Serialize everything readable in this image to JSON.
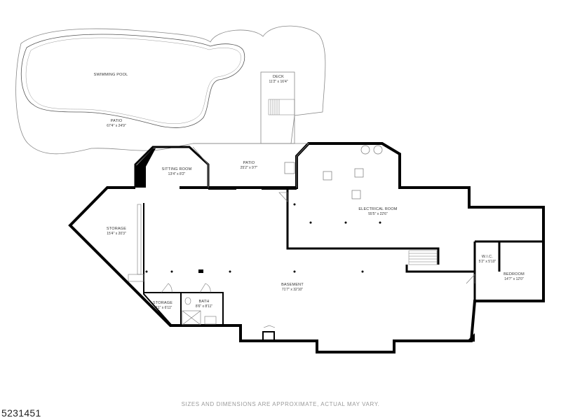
{
  "rooms": {
    "swimming_pool": {
      "name": "SWIMMING POOL"
    },
    "patio_large": {
      "name": "PATIO",
      "dims": "67'4\" x 24'9\""
    },
    "deck": {
      "name": "DECK",
      "dims": "11'2\" x 16'4\""
    },
    "sitting_room": {
      "name": "SITTING ROOM",
      "dims": "13'4\" x 8'2\""
    },
    "patio_small": {
      "name": "PATIO",
      "dims": "25'2\" x 9'7\""
    },
    "electrical_room": {
      "name": "ELECTRICAL ROOM",
      "dims": "55'5\" x 22'6\""
    },
    "storage_left": {
      "name": "STORAGE",
      "dims": "15'4\" x 20'3\""
    },
    "basement": {
      "name": "BASEMENT",
      "dims": "71'7\" x 32'10\""
    },
    "storage_small": {
      "name": "STORAGE",
      "dims": "7'11\" x 6'11\""
    },
    "bath": {
      "name": "BATH",
      "dims": "8'6\" x 8'11\""
    },
    "wic": {
      "name": "W.I.C.",
      "dims": "5'2\" x 5'10\""
    },
    "bedroom": {
      "name": "BEDROOM",
      "dims": "14'7\" x 12'0\""
    }
  },
  "footer": {
    "disclaimer": "SIZES AND DIMENSIONS ARE APPROXIMATE, ACTUAL MAY VARY.",
    "listing_id": "5231451"
  },
  "colors": {
    "wall": "#000000",
    "thin_line": "#888888",
    "text": "#333333",
    "disclaimer": "#9a9a9a"
  }
}
